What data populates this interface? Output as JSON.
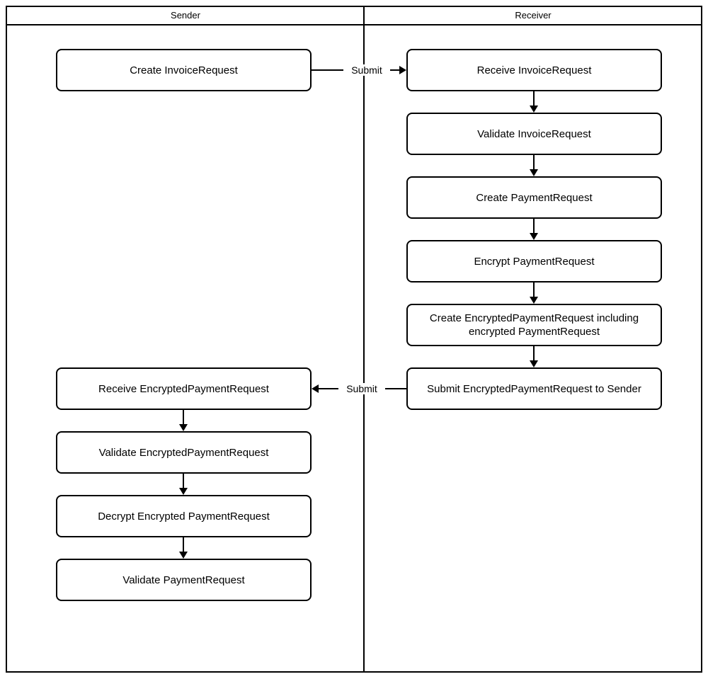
{
  "diagram": {
    "type": "swimlane-flowchart",
    "lanes": [
      {
        "id": "sender",
        "title": "Sender"
      },
      {
        "id": "receiver",
        "title": "Receiver"
      }
    ],
    "sender_nodes": [
      {
        "id": "create-invoice-request",
        "label": "Create InvoiceRequest"
      },
      {
        "id": "receive-encrypted-payment-request",
        "label": "Receive EncryptedPaymentRequest"
      },
      {
        "id": "validate-encrypted-payment-request",
        "label": "Validate EncryptedPaymentRequest"
      },
      {
        "id": "decrypt-encrypted-payment-request",
        "label": "Decrypt Encrypted PaymentRequest"
      },
      {
        "id": "validate-payment-request",
        "label": "Validate PaymentRequest"
      }
    ],
    "receiver_nodes": [
      {
        "id": "receive-invoice-request",
        "label": "Receive InvoiceRequest"
      },
      {
        "id": "validate-invoice-request",
        "label": "Validate InvoiceRequest"
      },
      {
        "id": "create-payment-request",
        "label": "Create PaymentRequest"
      },
      {
        "id": "encrypt-payment-request",
        "label": "Encrypt PaymentRequest"
      },
      {
        "id": "create-encrypted-payment-request",
        "label": "Create EncryptedPaymentRequest including encrypted PaymentRequest"
      },
      {
        "id": "submit-encrypted-payment-request",
        "label": "Submit EncryptedPaymentRequest to Sender"
      }
    ],
    "edge_labels": {
      "submit_to_receiver": "Submit",
      "submit_to_sender": "Submit"
    },
    "colors": {
      "stroke": "#000000",
      "background": "#ffffff"
    }
  }
}
